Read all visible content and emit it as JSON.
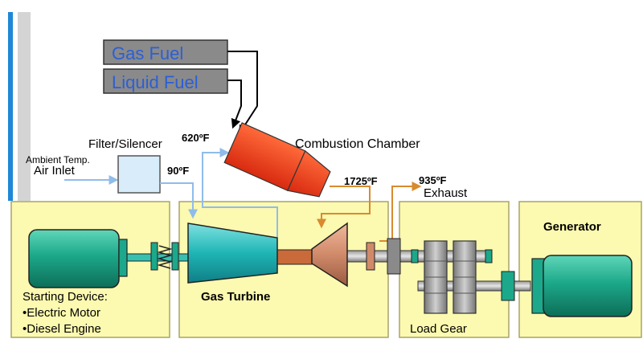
{
  "labels": {
    "gas_fuel": "Gas Fuel",
    "liquid_fuel": "Liquid Fuel",
    "filter_silencer": "Filter/Silencer",
    "ambient_temp": "Ambient Temp.",
    "air_inlet": "Air Inlet",
    "temp_90": "90ºF",
    "temp_620": "620ºF",
    "combustion_chamber": "Combustion Chamber",
    "temp_1725": "1725ºF",
    "temp_935": "935ºF",
    "exhaust": "Exhaust",
    "generator": "Generator",
    "gas_turbine": "Gas Turbine",
    "starting_device": "Starting Device:",
    "electric_motor": "•Electric Motor",
    "diesel_engine": "•Diesel Engine",
    "load_gear": "Load Gear"
  },
  "colors": {
    "panel_fill": "#fcf9b0",
    "panel_stroke": "#a8a46a",
    "fuel_box": "#8a8a8a",
    "fuel_text": "#2b5fd6",
    "air_line": "#8fbcea",
    "combustor": "#e83a1a",
    "hot_gas_line": "#d98a2e",
    "compressor": "#1fb5b5",
    "turbine": "#d08a6a",
    "motor": "#1ca88a",
    "generator_body": "#1ca88a",
    "gear": "#999999"
  }
}
